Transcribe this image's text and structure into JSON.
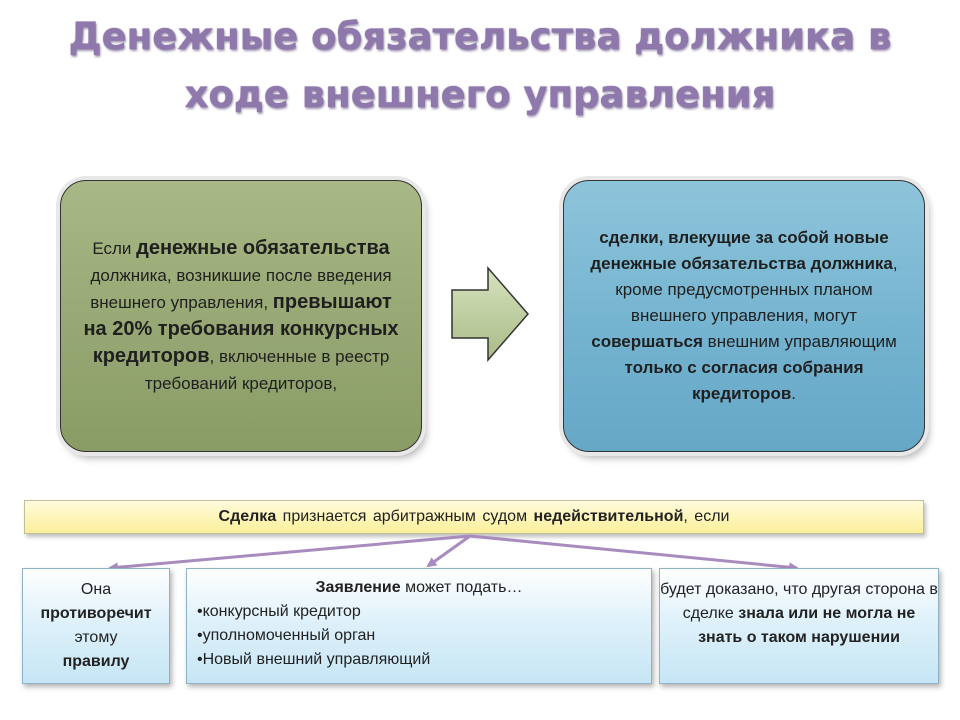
{
  "title": {
    "line1": "Денежные обязательства должника в",
    "line2": "ходе внешнего управления"
  },
  "left_box": {
    "p1": "Если",
    "p2": "денежные обязательства",
    "p3": "должника, возникшие после введения внешнего управления,",
    "p4": "превышают на 20% требования конкурсных кредиторов",
    "p5": ", включенные в реестр требований кредиторов,"
  },
  "right_box": {
    "p1": "сделки, влекущие за собой новые денежные обязательства должника",
    "p2": ", кроме предусмотренных планом внешнего управления, могут",
    "p3": "совершаться",
    "p4": "внешним управляющим",
    "p5": "только с согласия собрания кредиторов",
    "p6": "."
  },
  "banner": {
    "b1": "Сделка",
    "t1": "признается арбитражным судом",
    "b2": "недействительной",
    "t2": ", если"
  },
  "pane1": {
    "l1": "Она",
    "l2": "противоречит",
    "l3": "этому",
    "l4": "правилу"
  },
  "pane2": {
    "head_bold": "Заявление",
    "head_rest": "может подать…",
    "items": [
      "•конкурсный кредитор",
      "•уполномоченный орган",
      "•Новый внешний управляющий"
    ]
  },
  "pane3": {
    "t1": "будет доказано, что другая сторона в сделке",
    "b1": "знала или не могла не знать о таком нарушении"
  },
  "colors": {
    "title": "#8f78ac",
    "left_box": "#95a672",
    "right_box": "#72b2cf",
    "banner": "#fbef9a",
    "pane": "#c6e6f5",
    "connector": "#a98bbf"
  }
}
